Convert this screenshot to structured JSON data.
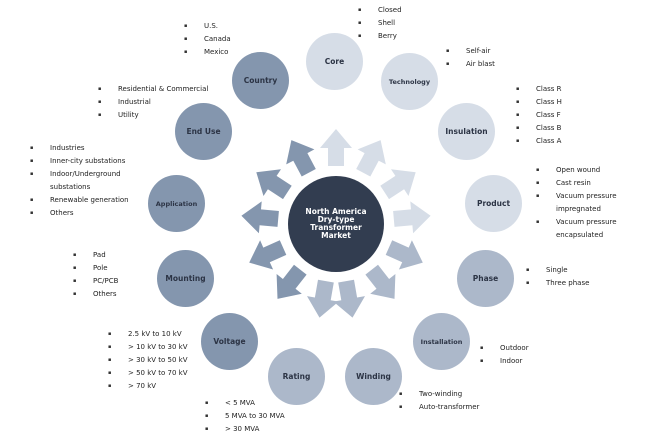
{
  "center": {
    "label": "North America\nDry-type\nTransformer\nMarket"
  },
  "colors": {
    "center": "#323d50",
    "dark_node": "#8496ae",
    "mid_node": "#acb8ca",
    "light_node": "#d6dde7"
  },
  "segments": [
    {
      "label": "Core",
      "items": [
        "Closed",
        "Shell",
        "Berry"
      ]
    },
    {
      "label": "Technology",
      "items": [
        "Self-air",
        "Air blast"
      ]
    },
    {
      "label": "Insulation",
      "items": [
        "Class R",
        "Class H",
        "Class F",
        "Class B",
        "Class A"
      ]
    },
    {
      "label": "Product",
      "items": [
        "Open wound",
        "Cast resin",
        "Vacuum pressure",
        "impregnated",
        "Vacuum pressure",
        "encapsulated"
      ]
    },
    {
      "label": "Phase",
      "items": [
        "Single",
        "Three phase"
      ]
    },
    {
      "label": "Installation",
      "items": [
        "Outdoor",
        "Indoor"
      ]
    },
    {
      "label": "Winding",
      "items": [
        "Two-winding",
        "Auto-transformer"
      ]
    },
    {
      "label": "Rating",
      "items": [
        "< 5 MVA",
        "5 MVA to 30 MVA",
        "> 30 MVA"
      ]
    },
    {
      "label": "Voltage",
      "items": [
        "2.5 kV to 10 kV",
        "> 10 kV to 30 kV",
        "> 30 kV to 50 kV",
        "> 50 kV to 70 kV",
        "> 70 kV"
      ]
    },
    {
      "label": "Mounting",
      "items": [
        "Pad",
        "Pole",
        "PC/PCB",
        "Others"
      ]
    },
    {
      "label": "Application",
      "items": [
        "Industries",
        "Inner-city substations",
        "Indoor/Underground",
        "substations",
        "Renewable generation",
        "Others"
      ]
    },
    {
      "label": "End Use",
      "items": [
        "Residential & Commercial",
        "Industrial",
        "Utility"
      ]
    },
    {
      "label": "Country",
      "items": [
        "U.S.",
        "Canada",
        "Mexico"
      ]
    }
  ]
}
